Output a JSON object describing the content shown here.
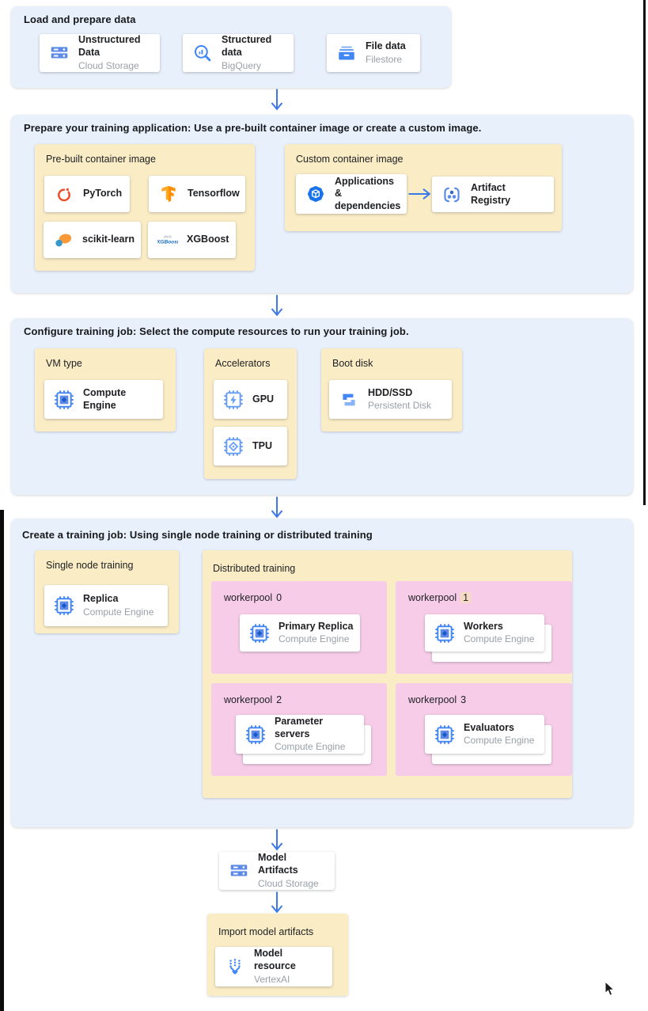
{
  "colors": {
    "section_bg": "#E8F0FC",
    "group_bg": "#FAECC5",
    "pool_bg": "#F6CCE8",
    "arrow_blue": "#3C78E8",
    "accent_blue": "#4285F4",
    "title_text": "#202124",
    "subtitle_text": "#9AA0A6",
    "number_highlight": "#F5DBC3"
  },
  "load": {
    "title": "Load and prepare data",
    "cards": [
      {
        "icon": "cloud-storage-icon",
        "title": "Unstructured Data",
        "subtitle": "Cloud Storage"
      },
      {
        "icon": "bigquery-icon",
        "title": "Structured data",
        "subtitle": "BigQuery"
      },
      {
        "icon": "filestore-icon",
        "title": "File data",
        "subtitle": "Filestore"
      }
    ]
  },
  "prepare": {
    "title": "Prepare your training application: Use a pre-built container image or create a custom image.",
    "prebuilt": {
      "label": "Pre-built container image",
      "cards": [
        {
          "icon": "pytorch-icon",
          "title": "PyTorch"
        },
        {
          "icon": "tensorflow-icon",
          "title": "Tensorflow"
        },
        {
          "icon": "scikit-learn-icon",
          "title": "scikit-learn"
        },
        {
          "icon": "xgboost-icon",
          "title": "XGBoost",
          "icon_line1": "dmlc",
          "icon_line2": "XGBoost"
        }
      ]
    },
    "custom": {
      "label": "Custom container image",
      "cards": [
        {
          "icon": "applications-icon",
          "title": "Applications & dependencies"
        },
        {
          "icon": "artifact-registry-icon",
          "title": "Artifact Registry"
        }
      ]
    }
  },
  "configure": {
    "title": "Configure training job: Select the compute resources to run your training job.",
    "vm": {
      "label": "VM type",
      "card": {
        "icon": "compute-engine-icon",
        "title": "Compute Engine"
      }
    },
    "accelerators": {
      "label": "Accelerators",
      "cards": [
        {
          "icon": "gpu-icon",
          "title": "GPU"
        },
        {
          "icon": "tpu-icon",
          "title": "TPU"
        }
      ]
    },
    "boot": {
      "label": "Boot disk",
      "card": {
        "icon": "persistent-disk-icon",
        "title": "HDD/SSD",
        "subtitle": "Persistent Disk"
      }
    }
  },
  "create": {
    "title": "Create a training job: Using single node training or distributed training",
    "single": {
      "label": "Single node training",
      "card": {
        "icon": "compute-engine-icon",
        "title": "Replica",
        "subtitle": "Compute Engine"
      }
    },
    "distributed": {
      "label": "Distributed training",
      "pools": [
        {
          "label": "workerpool",
          "number": "0",
          "stacked": false,
          "card": {
            "icon": "compute-engine-icon",
            "title": "Primary Replica",
            "subtitle": "Compute Engine"
          }
        },
        {
          "label": "workerpool",
          "number": "1",
          "stacked": true,
          "card": {
            "icon": "compute-engine-icon",
            "title": "Workers",
            "subtitle": "Compute Engine"
          }
        },
        {
          "label": "workerpool",
          "number": "2",
          "stacked": true,
          "card": {
            "icon": "compute-engine-icon",
            "title": "Parameter servers",
            "subtitle": "Compute Engine"
          }
        },
        {
          "label": "workerpool",
          "number": "3",
          "stacked": true,
          "card": {
            "icon": "compute-engine-icon",
            "title": "Evaluators",
            "subtitle": "Compute Engine"
          }
        }
      ]
    }
  },
  "output": {
    "card": {
      "icon": "cloud-storage-icon",
      "title": "Model Artifacts",
      "subtitle": "Cloud Storage"
    }
  },
  "import_model": {
    "label": "Import model artifacts",
    "card": {
      "icon": "vertex-ai-icon",
      "title": "Model resource",
      "subtitle": "VertexAI"
    }
  }
}
